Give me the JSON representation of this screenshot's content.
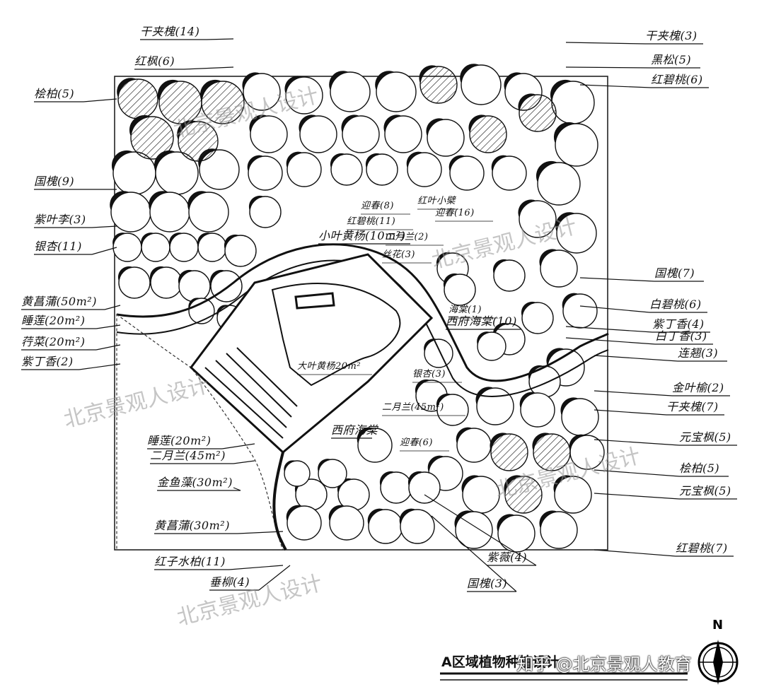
{
  "title": "A区域植物种植设计",
  "credit": "知乎 @北京景观人教育",
  "watermark": "北京景观人设计",
  "north": "N",
  "labels": [
    {
      "id": "label-ganjiaohuai-14",
      "text": "干夹槐(14)"
    },
    {
      "id": "label-hongfeng-6",
      "text": "红枫(6)"
    },
    {
      "id": "label-guibai-5-top",
      "text": "桧柏(5)"
    },
    {
      "id": "label-guohuai-9",
      "text": "国槐(9)"
    },
    {
      "id": "label-ziyeli-3",
      "text": "紫叶李(3)"
    },
    {
      "id": "label-yinxing-11",
      "text": "银杏(11)"
    },
    {
      "id": "label-huangchangpu-50",
      "text": "黄菖蒲(50m²)"
    },
    {
      "id": "label-shuilian-20",
      "text": "睡莲(20m²)"
    },
    {
      "id": "label-xingcai-20",
      "text": "荇菜(20m²)"
    },
    {
      "id": "label-zidingxiang-2",
      "text": "紫丁香(2)"
    },
    {
      "id": "label-ganjiaohuai-3",
      "text": "干夹槐(3)"
    },
    {
      "id": "label-heisong-5",
      "text": "黑松(5)"
    },
    {
      "id": "label-hongbitao-6",
      "text": "红碧桃(6)"
    },
    {
      "id": "label-guohuai-7",
      "text": "国槐(7)"
    },
    {
      "id": "label-baibitao-6",
      "text": "白碧桃(6)"
    },
    {
      "id": "label-zidingxiang-4",
      "text": "紫丁香(4)"
    },
    {
      "id": "label-baidingxiang-3",
      "text": "白丁香(3)"
    },
    {
      "id": "label-lianqiao-3",
      "text": "连翘(3)"
    },
    {
      "id": "label-jinyeyuanbao-2",
      "text": "金叶榆(2)"
    },
    {
      "id": "label-ganjiaohuai-7",
      "text": "干夹槐(7)"
    },
    {
      "id": "label-yuanbaofeng-5-a",
      "text": "元宝枫(5)"
    },
    {
      "id": "label-guibai-5-right",
      "text": "桧柏(5)"
    },
    {
      "id": "label-yuanbaofeng-5-b",
      "text": "元宝枫(5)"
    },
    {
      "id": "label-hongbitao-7",
      "text": "红碧桃(7)"
    },
    {
      "id": "label-yingchun-8",
      "text": "迎春(8)"
    },
    {
      "id": "label-hongyexiaobo",
      "text": "红叶小檗"
    },
    {
      "id": "label-yingchun-16",
      "text": "迎春(16)"
    },
    {
      "id": "label-hongbitao-11",
      "text": "红碧桃(11)"
    },
    {
      "id": "label-xiaoyehuangyang-10",
      "text": "小叶黄杨(10m²)"
    },
    {
      "id": "label-eryuelan-2",
      "text": "二月兰(2)"
    },
    {
      "id": "label-sihua-3",
      "text": "丝花(3)"
    },
    {
      "id": "label-haitang-1",
      "text": "海棠(1)"
    },
    {
      "id": "label-xihuhaitang-10",
      "text": "西府海棠(10)"
    },
    {
      "id": "label-dayehuangyang-20",
      "text": "大叶黄杨20m²"
    },
    {
      "id": "label-yinxing-3",
      "text": "银杏(3)"
    },
    {
      "id": "label-eryuelan-45-a",
      "text": "二月兰(45m²)"
    },
    {
      "id": "label-xihuhaitang",
      "text": "西府海棠"
    },
    {
      "id": "label-yingchun-6",
      "text": "迎春(6)"
    },
    {
      "id": "label-shuilian-20-b",
      "text": "睡莲(20m²)"
    },
    {
      "id": "label-eryuelan-45-b",
      "text": "二月兰(45m²)"
    },
    {
      "id": "label-jinyuzao-30",
      "text": "金鱼藻(30m²)"
    },
    {
      "id": "label-huangchangpu-30",
      "text": "黄菖蒲(30m²)"
    },
    {
      "id": "label-hongzishuibo-11",
      "text": "红子水柏(11)"
    },
    {
      "id": "label-chuiliu-4",
      "text": "垂柳(4)"
    },
    {
      "id": "label-zhaohua-4",
      "text": "紫薇(4)"
    },
    {
      "id": "label-guohuai-3",
      "text": "国槐(3)"
    }
  ],
  "icons": {
    "compass": "north-arrow-icon"
  }
}
